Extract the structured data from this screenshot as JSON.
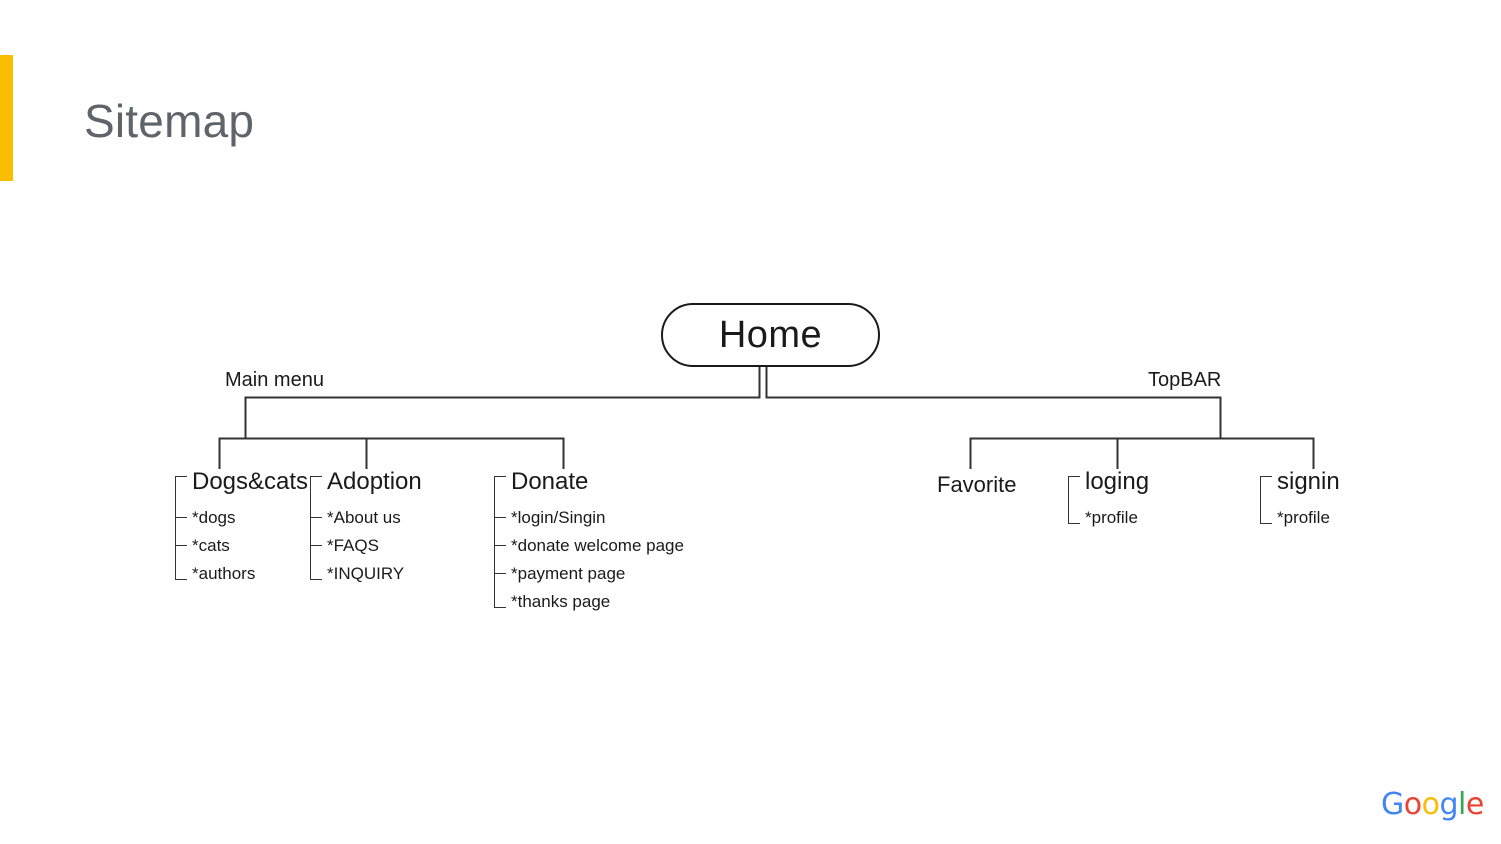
{
  "slide": {
    "title": "Sitemap",
    "accent_color": "#FBBC04",
    "title_color": "#5f6469",
    "background": "#ffffff",
    "line_color": "#333333",
    "text_color": "#1a1a1a"
  },
  "diagram": {
    "type": "sitemap-tree",
    "root": {
      "label": "Home"
    },
    "branches": [
      {
        "caption": "Main menu",
        "side": "left",
        "groups": [
          {
            "header": "Dogs&cats",
            "children": [
              "*dogs",
              "*cats",
              "*authors"
            ]
          },
          {
            "header": "Adoption",
            "children": [
              "*About us",
              "*FAQS",
              "*INQUIRY"
            ]
          },
          {
            "header": "Donate",
            "children": [
              "*login/Singin",
              "*donate welcome page",
              "*payment page",
              "*thanks page"
            ]
          }
        ]
      },
      {
        "caption": "TopBAR",
        "side": "right",
        "groups": [
          {
            "header": "Favorite",
            "children": []
          },
          {
            "header": "loging",
            "children": [
              "*profile"
            ]
          },
          {
            "header": "signin",
            "children": [
              "*profile"
            ]
          }
        ]
      }
    ]
  },
  "footer": {
    "logo": {
      "name": "google-logo",
      "letters": [
        {
          "char": "G",
          "color": "#4285F4"
        },
        {
          "char": "o",
          "color": "#EA4335"
        },
        {
          "char": "o",
          "color": "#FBBC05"
        },
        {
          "char": "g",
          "color": "#4285F4"
        },
        {
          "char": "l",
          "color": "#34A853"
        },
        {
          "char": "e",
          "color": "#EA4335"
        }
      ]
    }
  }
}
